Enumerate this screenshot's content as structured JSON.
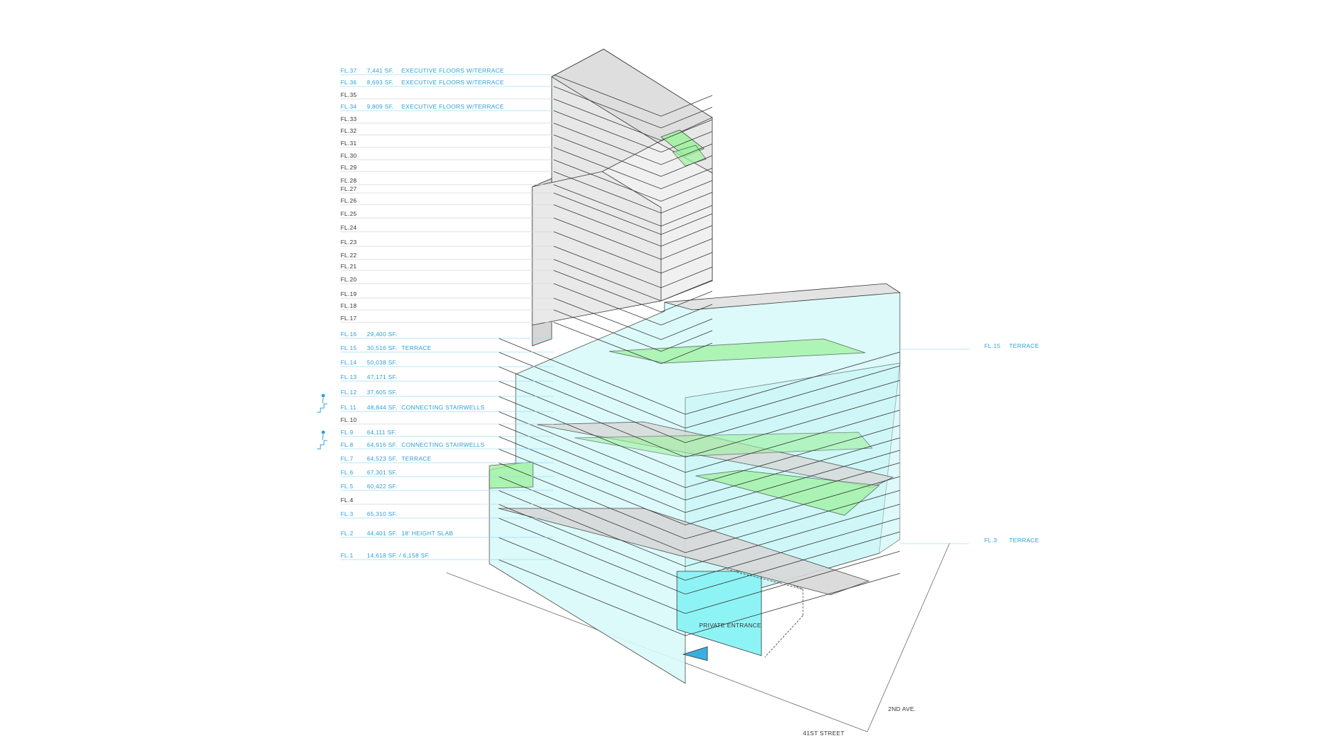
{
  "colors": {
    "accent": "#2f9ed8",
    "glass": "#d9fafa",
    "glass_dark": "#b6f0f0",
    "entrance": "#8ef3f5",
    "solid_floor": "#d8d8d8",
    "terrace": "#9ef29e",
    "leader_line": "#9fdbef"
  },
  "floors": [
    {
      "num": "FL.37",
      "area": "7,441 SF.",
      "use": "EXECUTIVE FLOORS W/TERRACE",
      "highlight": true
    },
    {
      "num": "FL.36",
      "area": "8,693 SF.",
      "use": "EXECUTIVE FLOORS W/TERRACE",
      "highlight": true
    },
    {
      "num": "FL.35",
      "area": "",
      "use": "",
      "highlight": false
    },
    {
      "num": "FL.34",
      "area": "9,809 SF.",
      "use": "EXECUTIVE FLOORS W/TERRACE",
      "highlight": true
    },
    {
      "num": "FL.33",
      "area": "",
      "use": "",
      "highlight": false
    },
    {
      "num": "FL.32",
      "area": "",
      "use": "",
      "highlight": false
    },
    {
      "num": "FL.31",
      "area": "",
      "use": "",
      "highlight": false
    },
    {
      "num": "FL.30",
      "area": "",
      "use": "",
      "highlight": false
    },
    {
      "num": "FL.29",
      "area": "",
      "use": "",
      "highlight": false
    },
    {
      "num": "FL.28",
      "area": "",
      "use": "",
      "highlight": false
    },
    {
      "num": "FL.27",
      "area": "",
      "use": "",
      "highlight": false
    },
    {
      "num": "FL.26",
      "area": "",
      "use": "",
      "highlight": false
    },
    {
      "num": "FL.25",
      "area": "",
      "use": "",
      "highlight": false
    },
    {
      "num": "FL.24",
      "area": "",
      "use": "",
      "highlight": false
    },
    {
      "num": "FL.23",
      "area": "",
      "use": "",
      "highlight": false
    },
    {
      "num": "FL.22",
      "area": "",
      "use": "",
      "highlight": false
    },
    {
      "num": "FL.21",
      "area": "",
      "use": "",
      "highlight": false
    },
    {
      "num": "FL.20",
      "area": "",
      "use": "",
      "highlight": false
    },
    {
      "num": "FL.19",
      "area": "",
      "use": "",
      "highlight": false
    },
    {
      "num": "FL.18",
      "area": "",
      "use": "",
      "highlight": false
    },
    {
      "num": "FL.17",
      "area": "",
      "use": "",
      "highlight": false
    },
    {
      "num": "FL.16",
      "area": "29,400 SF.",
      "use": "",
      "highlight": true
    },
    {
      "num": "FL.15",
      "area": "30,516 SF.",
      "use": "TERRACE",
      "highlight": true
    },
    {
      "num": "FL.14",
      "area": "50,038 SF.",
      "use": "",
      "highlight": true
    },
    {
      "num": "FL.13",
      "area": "47,171 SF.",
      "use": "",
      "highlight": true
    },
    {
      "num": "FL.12",
      "area": "37,605 SF.",
      "use": "",
      "highlight": true,
      "stair_icon": true
    },
    {
      "num": "FL.11",
      "area": "48,844 SF.",
      "use": "CONNECTING STAIRWELLS",
      "highlight": true
    },
    {
      "num": "FL.10",
      "area": "",
      "use": "",
      "highlight": false
    },
    {
      "num": "FL.9",
      "area": "64,111 SF.",
      "use": "",
      "highlight": true,
      "stair_icon": true
    },
    {
      "num": "FL.8",
      "area": "64,916 SF.",
      "use": "CONNECTING STAIRWELLS",
      "highlight": true
    },
    {
      "num": "FL.7",
      "area": "64,523 SF.",
      "use": "TERRACE",
      "highlight": true
    },
    {
      "num": "FL.6",
      "area": "67,301 SF.",
      "use": "",
      "highlight": true
    },
    {
      "num": "FL.5",
      "area": "60,422 SF.",
      "use": "",
      "highlight": true
    },
    {
      "num": "FL.4",
      "area": "",
      "use": "",
      "highlight": false
    },
    {
      "num": "FL.3",
      "area": "65,310 SF.",
      "use": "",
      "highlight": true
    },
    {
      "num": "FL.2",
      "area": "44,401 SF.",
      "use": "18' HEIGHT SLAB",
      "highlight": true
    },
    {
      "num": "FL.1",
      "area": "14,618 SF. / 6,158 SF.",
      "use": "",
      "highlight": true
    }
  ],
  "right_labels": [
    {
      "num": "FL.15",
      "use": "TERRACE"
    },
    {
      "num": "FL.3",
      "use": "TERRACE"
    }
  ],
  "entrance_label": "PRIVATE ENTRANCE",
  "streets": {
    "avenue": "2ND AVE.",
    "street": "41ST STREET"
  },
  "icons": {
    "stair": "person-climbing-stairs-icon",
    "entrance": "entrance-arrow-icon"
  }
}
